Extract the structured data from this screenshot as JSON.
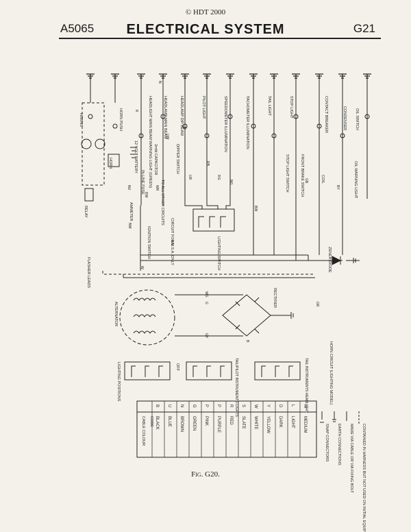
{
  "page": {
    "copyright": "© HDT 2000",
    "part_number": "A5065",
    "title": "ELECTRICAL SYSTEM",
    "page_number": "G21",
    "figure_caption": "Fig. G20."
  },
  "terminal_labels": [
    "HORNS",
    "HORN PUSH",
    "HORN",
    "12 VOLT BATTERY",
    "IN-LINE FUSE",
    "RELAY",
    "AMMETER",
    "HEADLIGHT MAIN BEAM WARNING LIGHT (GREEN)",
    "HEADLAMP MAIN BEAM",
    "HEADLAMP DIP BEAM",
    "2mfd CAPACITOR",
    "DIPPER SWITCH",
    "PILOT LIGHT",
    "SPEEDOMETER ILLUMINATION",
    "TACHOMETER ILLUMINATION",
    "TAIL LIGHT",
    "STOP LIGHT",
    "STOP LIGHT SWITCH",
    "FRONT BRAKE SWITCH",
    "CONTACT BREAKER",
    "CONDENSER",
    "COIL",
    "OIL SWITCH",
    "OIL WARNING LIGHT",
    "TO ALL OTHER CIRCUITS",
    "CIRCUIT FOR U.S.A. ONLY",
    "LIGHTING SWITCH",
    "IGNITION SWITCH",
    "FLASHER LEADS",
    "ZENER DIODE",
    "ALTERNATOR",
    "RECTIFIER"
  ],
  "wire_codes": [
    "N",
    "R",
    "U",
    "UR",
    "UW",
    "NW",
    "WN",
    "RB",
    "RG",
    "NG",
    "WG",
    "GY",
    "NU",
    "RW",
    "BW",
    "GB",
    "BY",
    "GR",
    "B",
    "W",
    "G",
    "WR"
  ],
  "switch_positions": {
    "title": "LIGHTING POSITIONS",
    "labels": [
      "OFF",
      "TAIL/PILOT INSTRUMENTS LIGHTS",
      "TAIL INSTRUMENTS HEADLIGHT"
    ]
  },
  "cable_colour_table": {
    "headers": [
      "CABLE COLOUR",
      "CODE"
    ],
    "rows": [
      {
        "code": "B",
        "colour": "BLACK"
      },
      {
        "code": "U",
        "colour": "BLUE"
      },
      {
        "code": "N",
        "colour": "BROWN"
      },
      {
        "code": "G",
        "colour": "GREEN"
      },
      {
        "code": "P",
        "colour": "PINK"
      },
      {
        "code": "P",
        "colour": "PURPLE"
      },
      {
        "code": "R",
        "colour": "RED"
      },
      {
        "code": "S",
        "colour": "SLATE"
      },
      {
        "code": "W",
        "colour": "WHITE"
      },
      {
        "code": "Y",
        "colour": "YELLOW"
      },
      {
        "code": "D",
        "colour": "DARK"
      },
      {
        "code": "L",
        "colour": "LIGHT"
      },
      {
        "code": "M",
        "colour": "MEDIUM"
      }
    ]
  },
  "legend": [
    "SNAP CONNECTORS",
    "EARTH CONNECTIONS",
    "MADE VIA CABLE OR VIA FIXING BOLT",
    "CONTAINED IN HARNESS BUT NOT USED ON INITIAL EQUIPMENT"
  ],
  "notes": [
    "HORN CIRCUIT (LIGHTING MODEL)"
  ],
  "colors": {
    "ink": "#222222",
    "paper": "#f3f1ea"
  }
}
